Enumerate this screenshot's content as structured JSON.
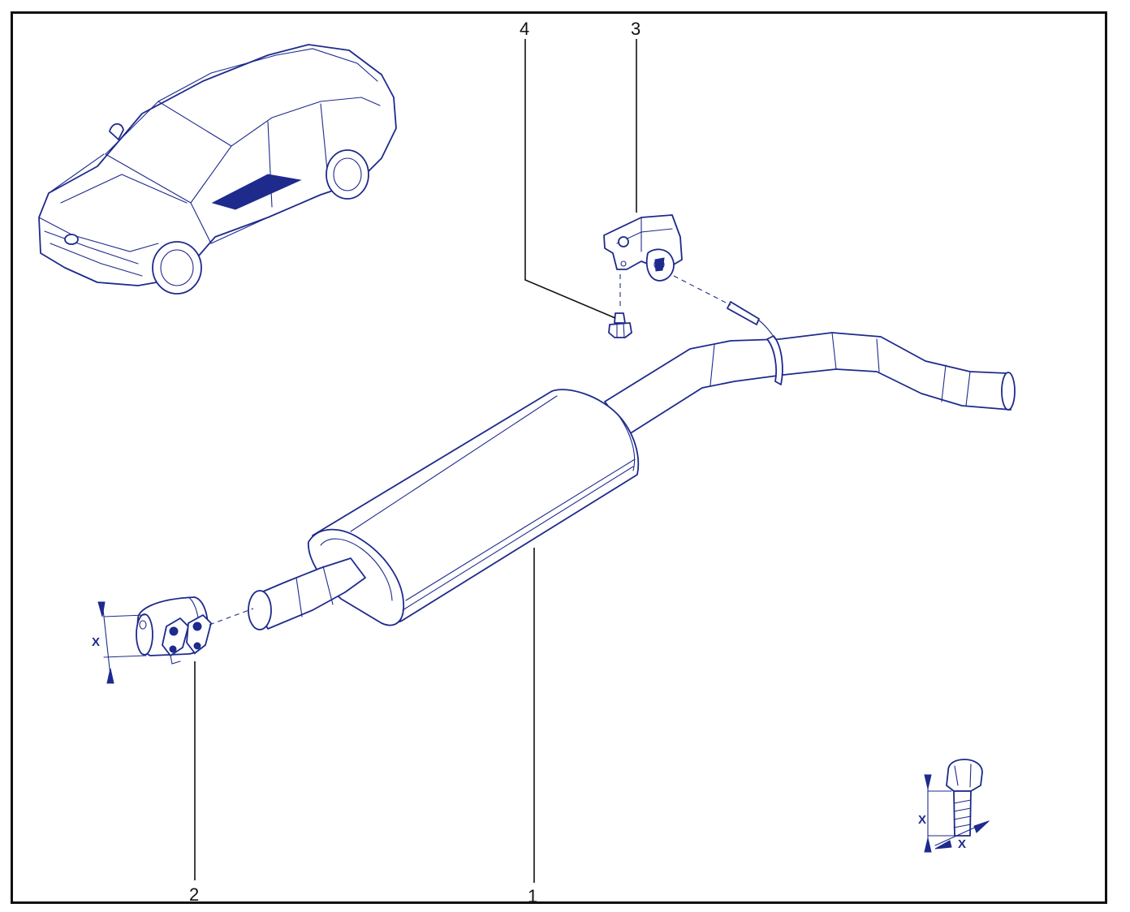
{
  "callouts": {
    "c1": "1",
    "c2": "2",
    "c3": "3",
    "c4": "4"
  },
  "dimensions": {
    "clamp_x": "X",
    "bolt_x_height": "X",
    "bolt_x_width": "X"
  },
  "colors": {
    "line_art": "#1e2a8c",
    "frame": "#111111",
    "background": "#ffffff"
  },
  "parts": [
    {
      "callout": "1",
      "icon": "silencer-muffler-icon"
    },
    {
      "callout": "2",
      "icon": "pipe-clamp-icon"
    },
    {
      "callout": "3",
      "icon": "exhaust-hanger-bracket-icon"
    },
    {
      "callout": "4",
      "icon": "flange-bolt-icon"
    }
  ]
}
